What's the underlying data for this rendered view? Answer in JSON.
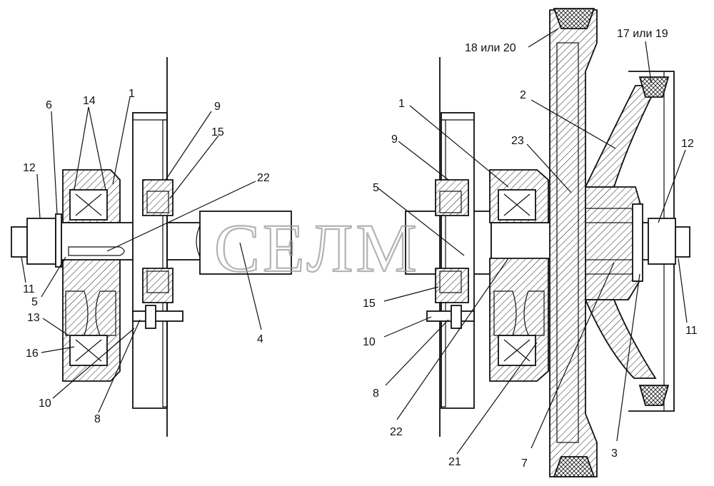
{
  "watermark": "СЕЛМ",
  "callouts": [
    {
      "id": "c-18-20-top",
      "text": "18 или 20"
    },
    {
      "id": "c-17-19",
      "text": "17 или 19"
    },
    {
      "id": "c-14",
      "text": "14"
    },
    {
      "id": "c-1-left",
      "text": "1"
    },
    {
      "id": "c-6",
      "text": "6"
    },
    {
      "id": "c-12-left",
      "text": "12"
    },
    {
      "id": "c-11-left",
      "text": "11"
    },
    {
      "id": "c-5-left",
      "text": "5"
    },
    {
      "id": "c-13",
      "text": "13"
    },
    {
      "id": "c-16",
      "text": "16"
    },
    {
      "id": "c-10-left",
      "text": "10"
    },
    {
      "id": "c-8-left",
      "text": "8"
    },
    {
      "id": "c-9-left",
      "text": "9"
    },
    {
      "id": "c-15-left",
      "text": "15"
    },
    {
      "id": "c-22-left",
      "text": "22"
    },
    {
      "id": "c-4",
      "text": "4"
    },
    {
      "id": "c-1-right",
      "text": "1"
    },
    {
      "id": "c-9-right",
      "text": "9"
    },
    {
      "id": "c-5-right",
      "text": "5"
    },
    {
      "id": "c-15-right",
      "text": "15"
    },
    {
      "id": "c-10-right",
      "text": "10"
    },
    {
      "id": "c-8-right",
      "text": "8"
    },
    {
      "id": "c-22-right",
      "text": "22"
    },
    {
      "id": "c-21",
      "text": "21"
    },
    {
      "id": "c-7",
      "text": "7"
    },
    {
      "id": "c-3",
      "text": "3"
    },
    {
      "id": "c-2",
      "text": "2"
    },
    {
      "id": "c-23",
      "text": "23"
    },
    {
      "id": "c-12-right",
      "text": "12"
    },
    {
      "id": "c-11-right",
      "text": "11"
    }
  ]
}
